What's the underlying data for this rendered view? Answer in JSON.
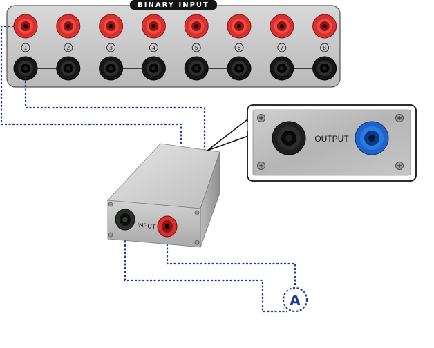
{
  "panel": {
    "title": "BINARY INPUT",
    "channel_numbers": [
      "1",
      "2",
      "3",
      "4",
      "5",
      "6",
      "7",
      "8"
    ]
  },
  "detail": {
    "output_label": "OUTPUT"
  },
  "box": {
    "input_label": "INPUT"
  },
  "meter": {
    "symbol": "A"
  },
  "colors": {
    "socket_red": "#d8302f",
    "socket_black": "#161616",
    "socket_blue": "#1f63c8",
    "wire_blue": "#1c3d8f",
    "panel_gray": "#c9c9c9"
  }
}
